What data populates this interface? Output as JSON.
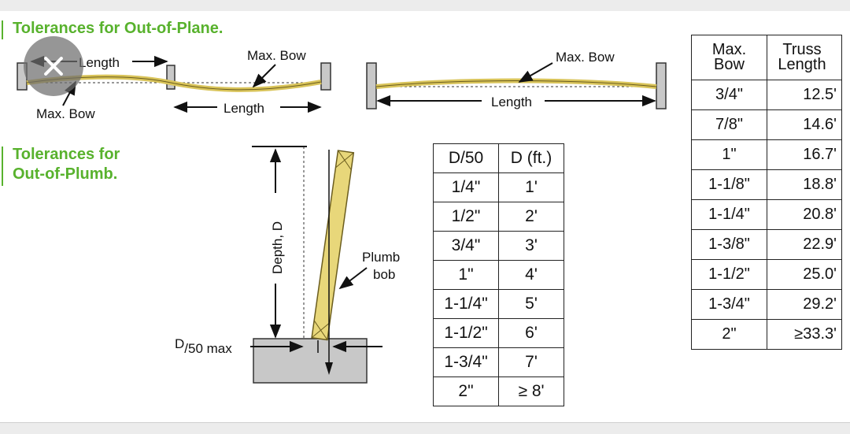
{
  "headings": {
    "out_of_plane": "Tolerances for Out-of-Plane.",
    "out_of_plumb": "Tolerances for\nOut-of-Plumb."
  },
  "plane_diagram_left": {
    "length_top": "Length",
    "max_bow_top": "Max. Bow",
    "max_bow_left": "Max. Bow",
    "length_bottom": "Length"
  },
  "plane_diagram_right": {
    "max_bow": "Max. Bow",
    "length": "Length"
  },
  "plumb_diagram": {
    "depth": "Depth, D",
    "plumb_line1": "Plumb",
    "plumb_line2": "bob",
    "d50_main": "D",
    "d50_sub": "/50 max"
  },
  "plumb_table": {
    "headers": [
      "D/50",
      "D (ft.)"
    ],
    "rows": [
      [
        "1/4\"",
        "1'"
      ],
      [
        "1/2\"",
        "2'"
      ],
      [
        "3/4\"",
        "3'"
      ],
      [
        "1\"",
        "4'"
      ],
      [
        "1-1/4\"",
        "5'"
      ],
      [
        "1-1/2\"",
        "6'"
      ],
      [
        "1-3/4\"",
        "7'"
      ],
      [
        "2\"",
        "≥ 8'"
      ]
    ]
  },
  "truss_table": {
    "headers": [
      "Max.\nBow",
      "Truss\nLength"
    ],
    "rows": [
      [
        "3/4\"",
        "12.5'"
      ],
      [
        "7/8\"",
        "14.6'"
      ],
      [
        "1\"",
        "16.7'"
      ],
      [
        "1-1/8\"",
        "18.8'"
      ],
      [
        "1-1/4\"",
        "20.8'"
      ],
      [
        "1-3/8\"",
        "22.9'"
      ],
      [
        "1-1/2\"",
        "25.0'"
      ],
      [
        "1-3/4\"",
        "29.2'"
      ],
      [
        "2\"",
        "≥33.3'"
      ]
    ]
  },
  "colors": {
    "heading_green": "#58b22d",
    "truss_yellow": "#e8d77a",
    "support_gray": "#c8c8c8"
  },
  "overlay": {
    "close_icon": "close-icon"
  }
}
